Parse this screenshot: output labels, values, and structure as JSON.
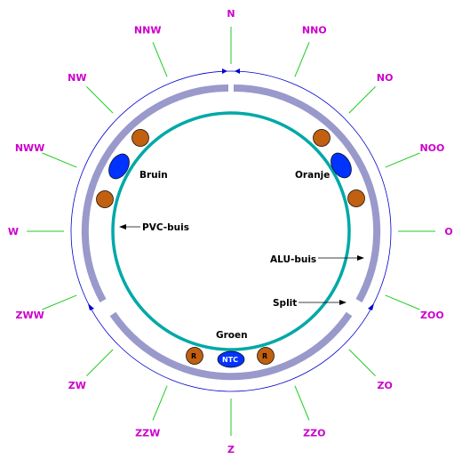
{
  "directions": [
    "N",
    "NNO",
    "NO",
    "NOO",
    "O",
    "ZOO",
    "ZO",
    "ZZO",
    "Z",
    "ZZW",
    "ZW",
    "ZWW",
    "W",
    "NWW",
    "NW",
    "NNW"
  ],
  "labels": {
    "bruin": "Bruin",
    "oranje": "Oranje",
    "pvc": "PVC-buis",
    "alu": "ALU-buis",
    "split": "Split",
    "groen": "Groen",
    "r_left": "R",
    "r_right": "R",
    "ntc": "NTC"
  },
  "colors": {
    "direction_text": "#cc00cc",
    "tick_lines": "#22cc22",
    "outer_circle": "#0000cc",
    "alu_ring": "#9999cc",
    "pvc_ring": "#00a8a8",
    "wire_brown": "#c06010",
    "wire_blue": "#0033ff",
    "arrow": "#000000"
  }
}
